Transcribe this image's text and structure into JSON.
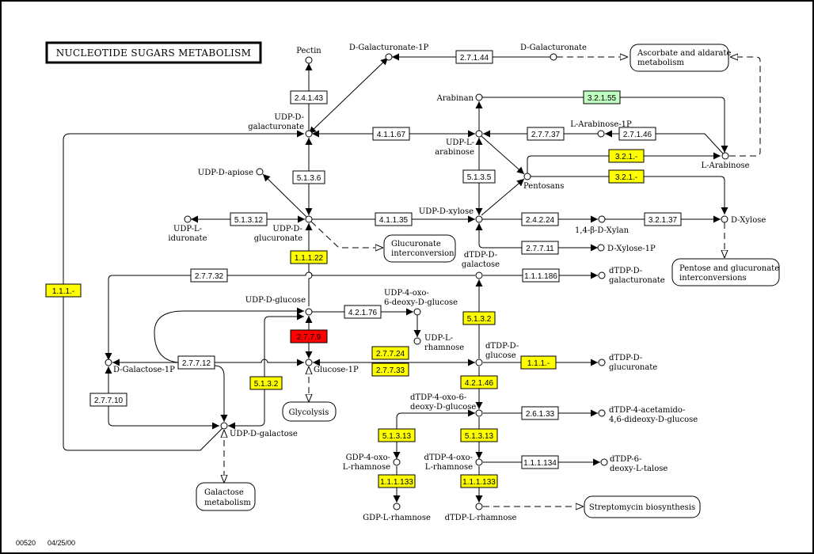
{
  "title": "NUCLEOTIDE SUGARS METABOLISM",
  "footer": {
    "map_id": "00520",
    "date": "04/25/00"
  },
  "colors": {
    "default_enzyme": "#ffffff",
    "found_enzyme": "#ffff00",
    "highlight_enzyme": "#ff0000",
    "other_enzyme": "#bfffbf",
    "line": "#000000",
    "border": "#000000"
  },
  "compounds": {
    "pectin": "Pectin",
    "d_galacturonate_1p": "D-Galacturonate-1P",
    "d_galacturonate": "D-Galacturonate",
    "udp_d_galacturonate_1": "UDP-D-",
    "udp_d_galacturonate_2": "galacturonate",
    "arabinan": "Arabinan",
    "l_arabinose_1p": "L-Arabinose-1P",
    "udp_l_arabinose_1": "UDP-L-",
    "udp_l_arabinose_2": "arabinose",
    "l_arabinose": "L-Arabinose",
    "pentosans": "Pentosans",
    "udp_d_apiose": "UDP-D-apiose",
    "udp_l_iduronate_1": "UDP-L-",
    "udp_l_iduronate_2": "iduronate",
    "udp_d_glucuronate_1": "UDP-D-",
    "udp_d_glucuronate_2": "glucuronate",
    "udp_d_xylose": "UDP-D-xylose",
    "xylan": "1,4-β-D-Xylan",
    "d_xylose": "D-Xylose",
    "d_xylose_1p": "D-Xylose-1P",
    "dtdp_d_galactose_1": "dTDP-D-",
    "dtdp_d_galactose_2": "galactose",
    "dtdp_d_galacturonate_1": "dTDP-D-",
    "dtdp_d_galacturonate_2": "galacturonate",
    "udp_d_glucose": "UDP-D-glucose",
    "udp_4oxo_1": "UDP-4-oxo-",
    "udp_4oxo_2": "6-deoxy-D-glucose",
    "udp_l_rhamnose_1": "UDP-L-",
    "udp_l_rhamnose_2": "rhamnose",
    "dtdp_d_glucose_1": "dTDP-D-",
    "dtdp_d_glucose_2": "glucose",
    "dtdp_d_glucuronate_1": "dTDP-D-",
    "dtdp_d_glucuronate_2": "glucuronate",
    "d_galactose_1p": "D-Galactose-1P",
    "glucose_1p": "Glucose-1P",
    "dtdp_4oxo6_1": "dTDP-4-oxo-6-",
    "dtdp_4oxo6_2": "deoxy-D-glucose",
    "dtdp_acetamido_1": "dTDP-4-acetamido-",
    "dtdp_acetamido_2": "4,6-dideoxy-D-glucose",
    "udp_d_galactose": "UDP-D-galactose",
    "gdp_4oxo_1": "GDP-4-oxo-",
    "gdp_4oxo_2": "L-rhamnose",
    "dtdp_4oxo_rham_1": "dTDP-4-oxo-",
    "dtdp_4oxo_rham_2": "L-rhamnose",
    "dtdp_6deoxy_talose_1": "dTDP-6-",
    "dtdp_6deoxy_talose_2": "deoxy-L-talose",
    "gdp_l_rhamnose": "GDP-L-rhamnose",
    "dtdp_l_rhamnose": "dTDP-L-rhamnose"
  },
  "pathways": {
    "ascorbate_1": "Ascorbate and aldarate",
    "ascorbate_2": "metabolism",
    "glucuronate_1": "Glucuronate",
    "glucuronate_2": "interconversion",
    "pentose_1": "Pentose and glucuronate",
    "pentose_2": "interconversions",
    "glycolysis": "Glycolysis",
    "galactose_1": "Galactose",
    "galactose_2": "metabolism",
    "streptomycin": "Streptomycin biosynthesis"
  },
  "enzymes": {
    "e2_4_1_43": {
      "label": "2.4.1.43",
      "status": "default"
    },
    "e2_7_1_44": {
      "label": "2.7.1.44",
      "status": "default"
    },
    "e3_2_1_55": {
      "label": "3.2.1.55",
      "status": "other"
    },
    "e4_1_1_67": {
      "label": "4.1.1.67",
      "status": "default"
    },
    "e2_7_7_37": {
      "label": "2.7.7.37",
      "status": "default"
    },
    "e2_7_1_46": {
      "label": "2.7.1.46",
      "status": "default"
    },
    "e3_2_1_a": {
      "label": "3.2.1.-",
      "status": "found"
    },
    "e3_2_1_b": {
      "label": "3.2.1.-",
      "status": "found"
    },
    "e5_1_3_6": {
      "label": "5.1.3.6",
      "status": "default"
    },
    "e5_1_3_5": {
      "label": "5.1.3.5",
      "status": "default"
    },
    "e5_1_3_12": {
      "label": "5.1.3.12",
      "status": "default"
    },
    "e4_1_1_35": {
      "label": "4.1.1.35",
      "status": "default"
    },
    "e2_4_2_24": {
      "label": "2.4.2.24",
      "status": "default"
    },
    "e3_2_1_37": {
      "label": "3.2.1.37",
      "status": "default"
    },
    "e2_7_7_11": {
      "label": "2.7.7.11",
      "status": "default"
    },
    "e1_1_1_22": {
      "label": "1.1.1.22",
      "status": "found"
    },
    "e2_7_7_32": {
      "label": "2.7.7.32",
      "status": "default"
    },
    "e1_1_1_186": {
      "label": "1.1.1.186",
      "status": "default"
    },
    "e1_1_1_left": {
      "label": "1.1.1.-",
      "status": "found"
    },
    "e4_2_1_76": {
      "label": "4.2.1.76",
      "status": "default"
    },
    "e5_1_3_2_right": {
      "label": "5.1.3.2",
      "status": "found"
    },
    "e2_7_7_9": {
      "label": "2.7.7.9",
      "status": "highlight"
    },
    "e2_7_7_24": {
      "label": "2.7.7.24",
      "status": "found"
    },
    "e2_7_7_33": {
      "label": "2.7.7.33",
      "status": "found"
    },
    "e1_1_1_dtdp": {
      "label": "1.1.1.-",
      "status": "found"
    },
    "e2_7_7_12": {
      "label": "2.7.7.12",
      "status": "default"
    },
    "e5_1_3_2_left": {
      "label": "5.1.3.2",
      "status": "found"
    },
    "e4_2_1_46": {
      "label": "4.2.1.46",
      "status": "found"
    },
    "e2_7_7_10": {
      "label": "2.7.7.10",
      "status": "default"
    },
    "e2_6_1_33": {
      "label": "2.6.1.33",
      "status": "default"
    },
    "e5_1_3_13_a": {
      "label": "5.1.3.13",
      "status": "found"
    },
    "e5_1_3_13_b": {
      "label": "5.1.3.13",
      "status": "found"
    },
    "e1_1_1_134": {
      "label": "1.1.1.134",
      "status": "default"
    },
    "e1_1_1_133_a": {
      "label": "1.1.1.133",
      "status": "found"
    },
    "e1_1_1_133_b": {
      "label": "1.1.1.133",
      "status": "found"
    }
  }
}
